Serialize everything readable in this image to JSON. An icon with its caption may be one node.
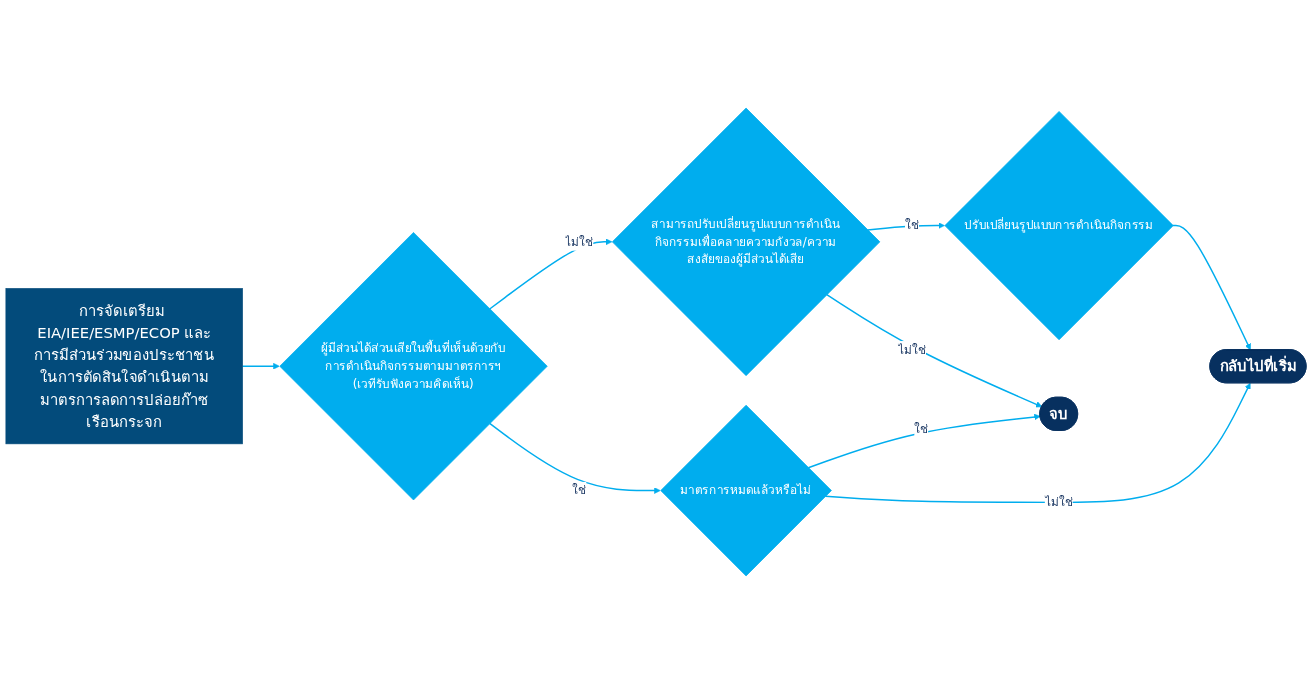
{
  "diagram": {
    "nodes": [
      {
        "text": [
          "การจัดเตรียม EIA/IEE/ESMP/ECOP และการมีส่วนร่วมของประชาชนในการตัดสินใจดำเนินตามมาตรการลดการปล่อยก๊าซเรือนกระจก"
        ]
      },
      {
        "text": [
          "ผู้มีส่วนได้ส่วนเสียในพื้นที่เห็นด้วยกับการดำเนินกิจกรรมตามมาตรการฯ",
          "(เวทีรับฟังความคิดเห็น)"
        ]
      },
      {
        "text": [
          "สามารถปรับเปลี่ยนรูปแบบการดำเนินกิจกรรมเพื่อคลายความกังวล/ความสงสัยของผู้มีส่วนได้เสีย"
        ]
      },
      {
        "text": [
          "ปรับเปลี่ยนรูปแบบการดำเนินกิจกรรม"
        ]
      },
      {
        "text": [
          "มาตรการหมดแล้วหรือไม่"
        ]
      },
      {
        "text": [
          "จบ"
        ]
      },
      {
        "text": [
          "กลับไปที่เริ่ม"
        ]
      }
    ],
    "edges": [
      {
        "from": 0,
        "to": 1,
        "arrow": "to"
      },
      {
        "from": 1,
        "to": 2,
        "label": "ไม่ใช่",
        "arrow": "to"
      },
      {
        "from": 2,
        "to": 3,
        "label": "ใช่",
        "arrow": "to"
      },
      {
        "from": 1,
        "to": 4,
        "label": "ใช่",
        "arrow": "to"
      },
      {
        "from": 2,
        "to": 5,
        "label": "ไม่ใช่",
        "arrow": "to"
      },
      {
        "from": 4,
        "to": 5,
        "label": "ใช่",
        "arrow": "to"
      },
      {
        "from": 4,
        "to": 6,
        "label": "ไม่ใช่",
        "arrow": "to"
      },
      {
        "from": 3,
        "to": 6,
        "arrow": "to"
      }
    ]
  }
}
